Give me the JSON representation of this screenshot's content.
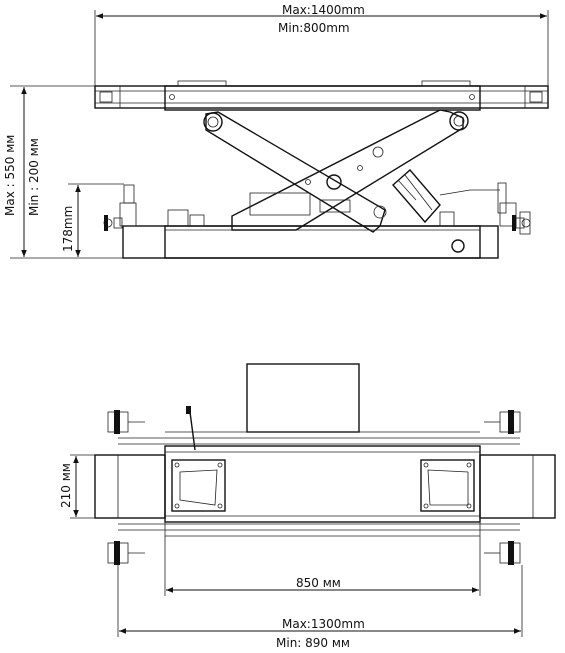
{
  "side_view": {
    "width_max": "Max:1400mm",
    "width_min": "Min:800mm",
    "height_max": "Max : 550 мм",
    "height_min": "Min : 200 мм",
    "base_height": "178mm"
  },
  "top_view": {
    "pad_width": "210 мм",
    "base_length": "850 мм",
    "arm_max": "Max:1300mm",
    "arm_min": "Min: 890 мм"
  }
}
